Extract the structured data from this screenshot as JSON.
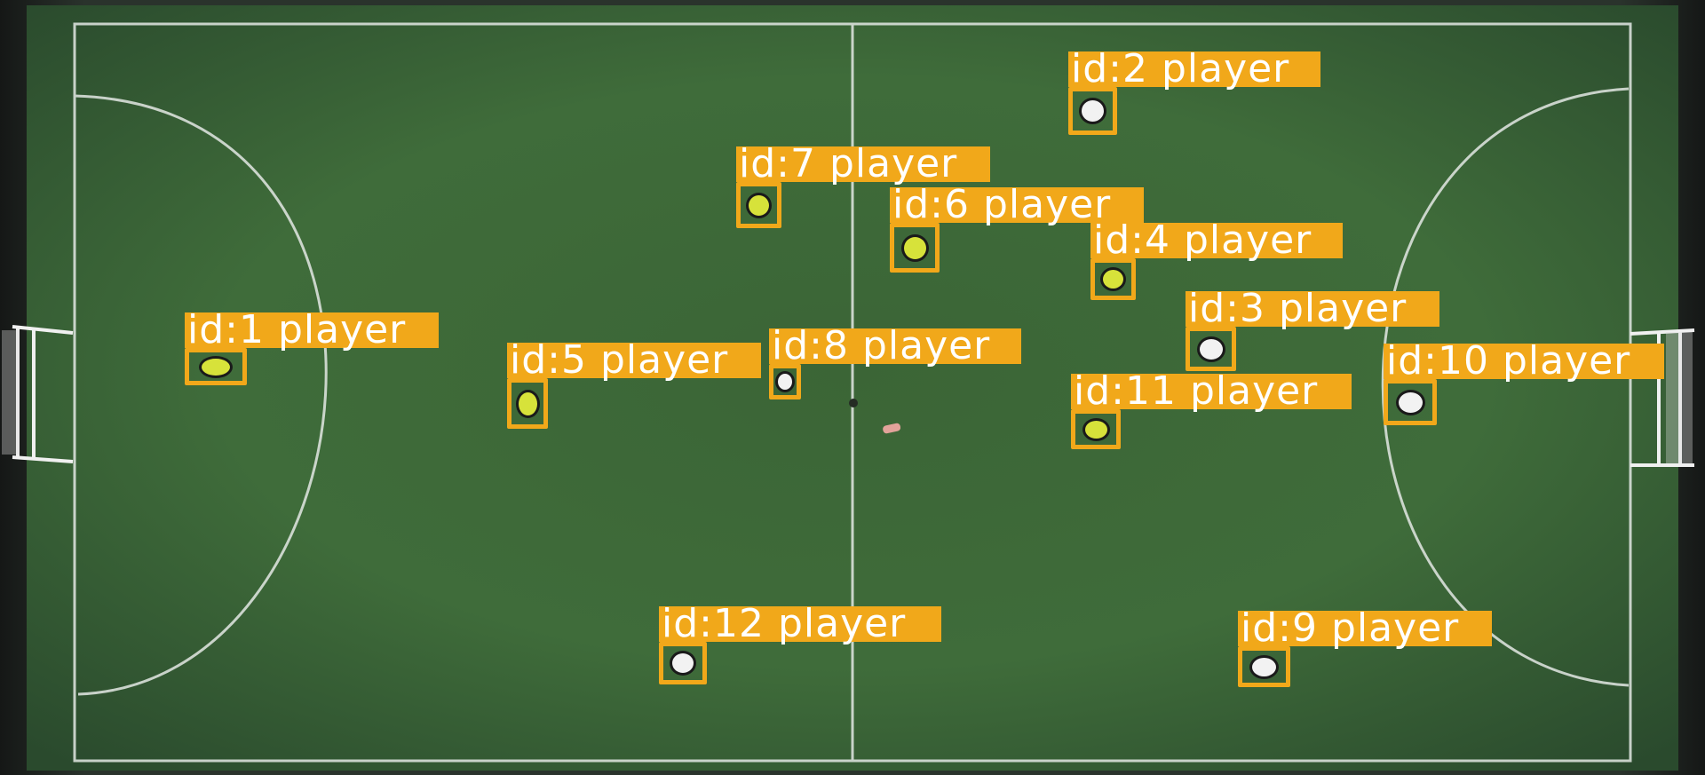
{
  "colors": {
    "box": "#f1a81a",
    "label_text": "#ffffff",
    "turf": "#3d6a38",
    "turf_edge": "#1f2e22",
    "lines": "#e8ecea",
    "team_yellow": "#d7e23a",
    "team_white": "#f2f2f2"
  },
  "detections": [
    {
      "id_label": "id:1 player",
      "team": "yellow"
    },
    {
      "id_label": "id:2 player",
      "team": "white"
    },
    {
      "id_label": "id:3 player",
      "team": "white"
    },
    {
      "id_label": "id:4 player",
      "team": "yellow"
    },
    {
      "id_label": "id:5 player",
      "team": "yellow"
    },
    {
      "id_label": "id:6 player",
      "team": "yellow"
    },
    {
      "id_label": "id:7 player",
      "team": "yellow"
    },
    {
      "id_label": "id:8 player",
      "team": "white"
    },
    {
      "id_label": "id:9 player",
      "team": "white"
    },
    {
      "id_label": "id:10 player",
      "team": "white"
    },
    {
      "id_label": "id:11 player",
      "team": "yellow"
    },
    {
      "id_label": "id:12 player",
      "team": "white"
    }
  ]
}
